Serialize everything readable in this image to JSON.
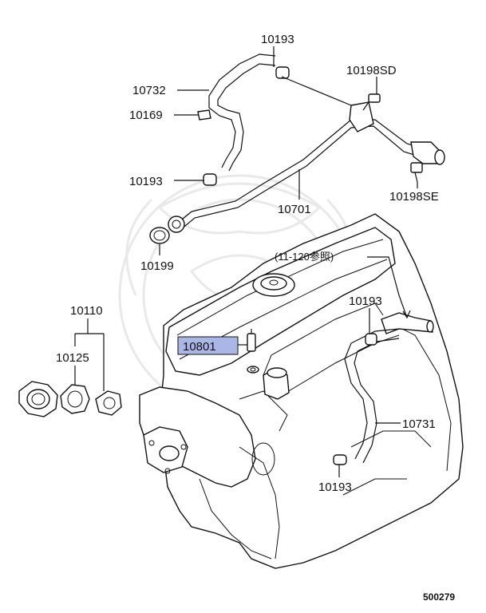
{
  "labels": {
    "p10193_top": "10193",
    "p10732": "10732",
    "p10169": "10169",
    "p10198SD": "10198SD",
    "p10193_left": "10193",
    "p10198SE": "10198SE",
    "p10701": "10701",
    "p10199": "10199",
    "ref_note": "(11-120参照)",
    "p10110": "10110",
    "p10193_right": "10193",
    "p10801": "10801",
    "p10125": "10125",
    "p10731": "10731",
    "p10193_bottom": "10193"
  },
  "figure_number": "500279",
  "highlight_color": "#a9b6e6"
}
